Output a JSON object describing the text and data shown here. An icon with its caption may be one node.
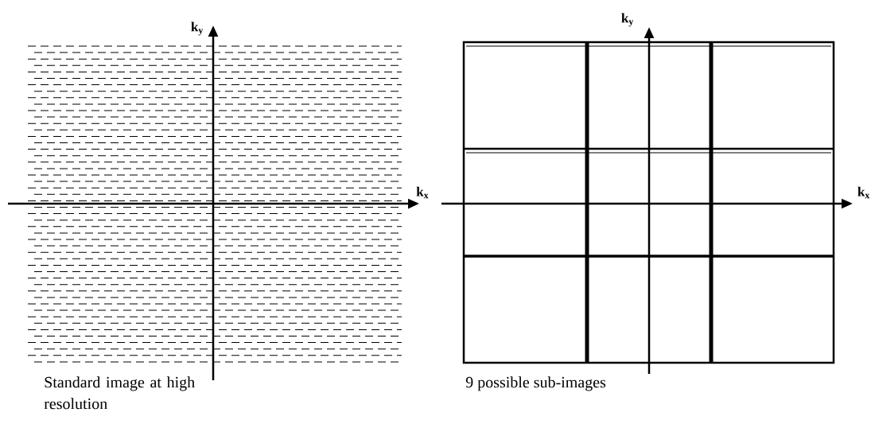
{
  "diagram": {
    "labels": [
      "k$_{y}$",
      "k$_{x}$",
      "Standard image at high resolution",
      "k$_{y}$",
      "k$_{x}$",
      "9 possible sub-images"
    ]
  }
}
